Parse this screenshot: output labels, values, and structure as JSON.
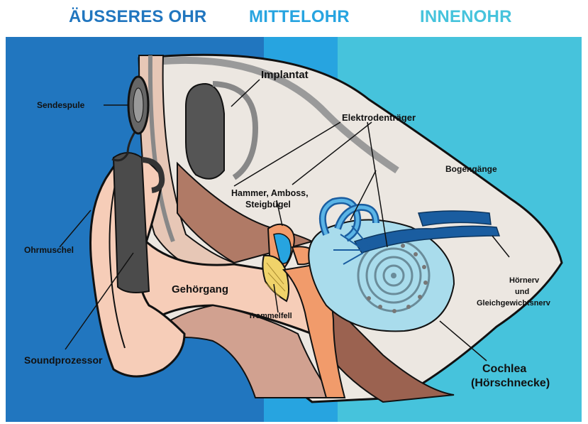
{
  "sections": {
    "outer": {
      "label": "ÄUSSERES OHR",
      "color": "#2176bf"
    },
    "middle": {
      "label": "MITTELOHR",
      "color": "#27a4e0"
    },
    "inner": {
      "label": "INNENOHR",
      "color": "#46c3dc"
    }
  },
  "labels": {
    "sendespule": "Sendespule",
    "implantat": "Implantat",
    "elektrodentraeger": "Elektrodenträger",
    "bogengaenge": "Bogengänge",
    "hammer_line1": "Hammer, Amboss,",
    "hammer_line2": "Steigbügel",
    "ohrmuschel": "Ohrmuschel",
    "gehoergang": "Gehörgang",
    "trommelfell": "Trommelfell",
    "hoernerv_line1": "Hörnerv",
    "hoernerv_line2": "und",
    "hoernerv_line3": "Gleichgewichtsnerv",
    "soundprozessor": "Soundprozessor",
    "cochlea_line1": "Cochlea",
    "cochlea_line2": "(Hörschnecke)"
  }
}
